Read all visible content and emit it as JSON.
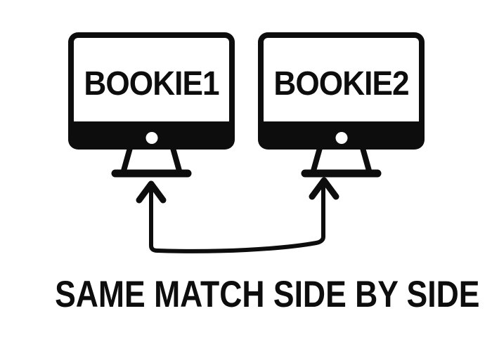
{
  "colors": {
    "background": "#ffffff",
    "ink": "#0d0d0d"
  },
  "monitors": [
    {
      "label": "BOOKIE1"
    },
    {
      "label": "BOOKIE2"
    }
  ],
  "caption": "SAME MATCH SIDE BY SIDE"
}
